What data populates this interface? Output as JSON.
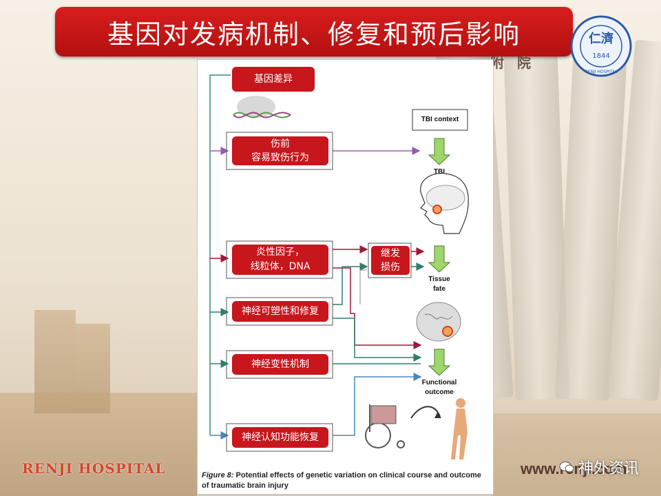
{
  "slide": {
    "title": "基因对发病机制、修复和预后影响",
    "hospital_banner": "RENJI HOSPITAL",
    "website": "www.renji.com",
    "watermark": "神外资讯",
    "seal_year": "1844",
    "seal_text": "RENJI HOSPITAL"
  },
  "figure": {
    "boxes": {
      "genetic": "基因差异",
      "pre_injury_1": "伤前",
      "pre_injury_2": "容易致伤行为",
      "inflam_1": "炎性因子，",
      "inflam_2": "线粒体，DNA",
      "secondary_1": "继发",
      "secondary_2": "损伤",
      "plasticity": "神经可塑性和修复",
      "degeneration": "神经变性机制",
      "cognitive": "神经认知功能恢复"
    },
    "annotations": {
      "tbi_context": "TBI context",
      "tbi": "TBI",
      "tissue_fate_1": "Tissue",
      "tissue_fate_2": "fate",
      "functional_1": "Functional",
      "functional_2": "outcome"
    },
    "caption_label": "Figure 8:",
    "caption_text": "Potential effects of genetic variation on clinical course and outcome of traumatic brain injury"
  },
  "colors": {
    "title_red": "#c8161d",
    "box_red": "#c8161d",
    "line_purple": "#9b59b6",
    "line_maroon": "#a0193a",
    "line_teal": "#2f7f6f",
    "line_grey": "#888888",
    "arrow_green": "#9fd66a"
  }
}
